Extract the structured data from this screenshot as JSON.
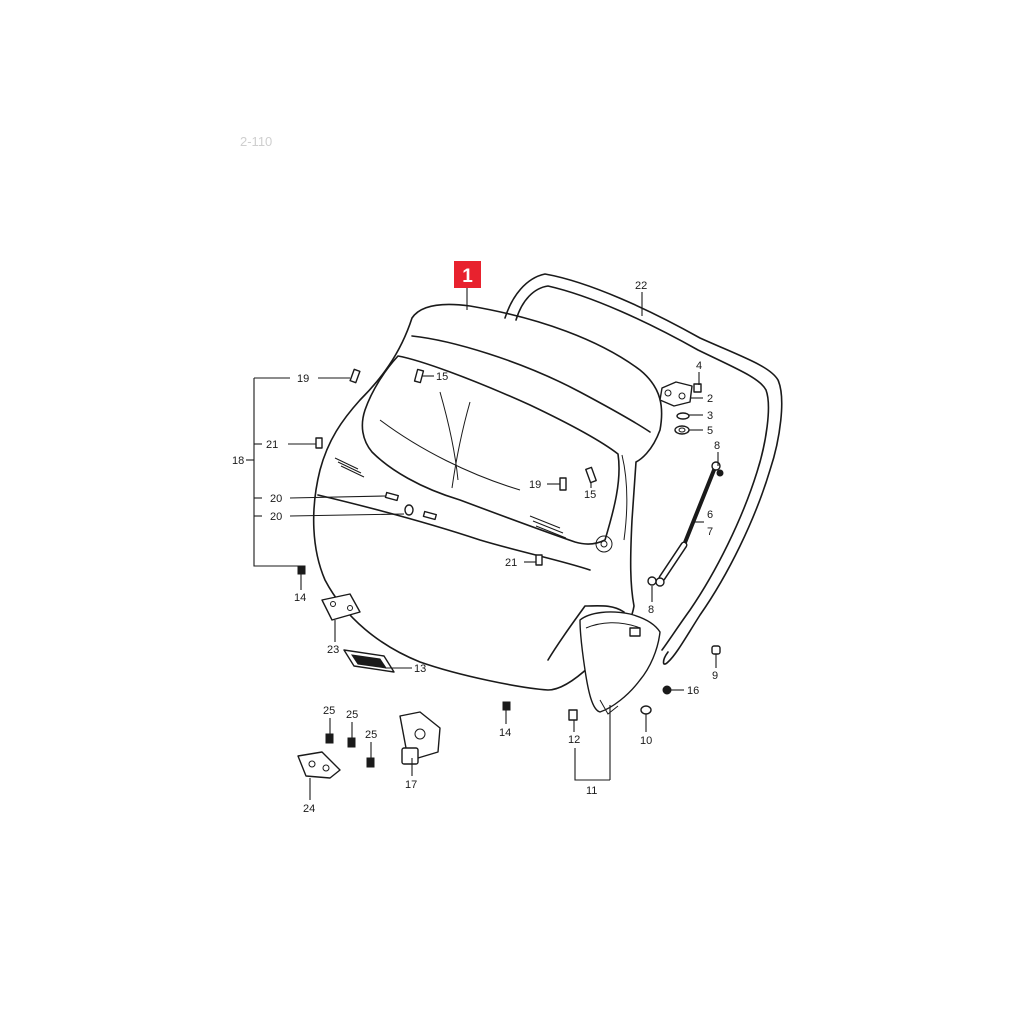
{
  "faint_text": "2-110",
  "badge": {
    "text": "1",
    "color": "#e8222e"
  },
  "labels": {
    "l1": "1",
    "l2": "2",
    "l3": "3",
    "l4": "4",
    "l5": "5",
    "l6": "6",
    "l7": "7",
    "l8a": "8",
    "l8b": "8",
    "l9": "9",
    "l10": "10",
    "l11": "11",
    "l12": "12",
    "l13": "13",
    "l14a": "14",
    "l14b": "14",
    "l15a": "15",
    "l15b": "15",
    "l16": "16",
    "l17": "17",
    "l18": "18",
    "l19a": "19",
    "l19b": "19",
    "l20a": "20",
    "l20b": "20",
    "l21a": "21",
    "l21b": "21",
    "l22": "22",
    "l23": "23",
    "l24": "24",
    "l25a": "25",
    "l25b": "25",
    "l25c": "25"
  }
}
